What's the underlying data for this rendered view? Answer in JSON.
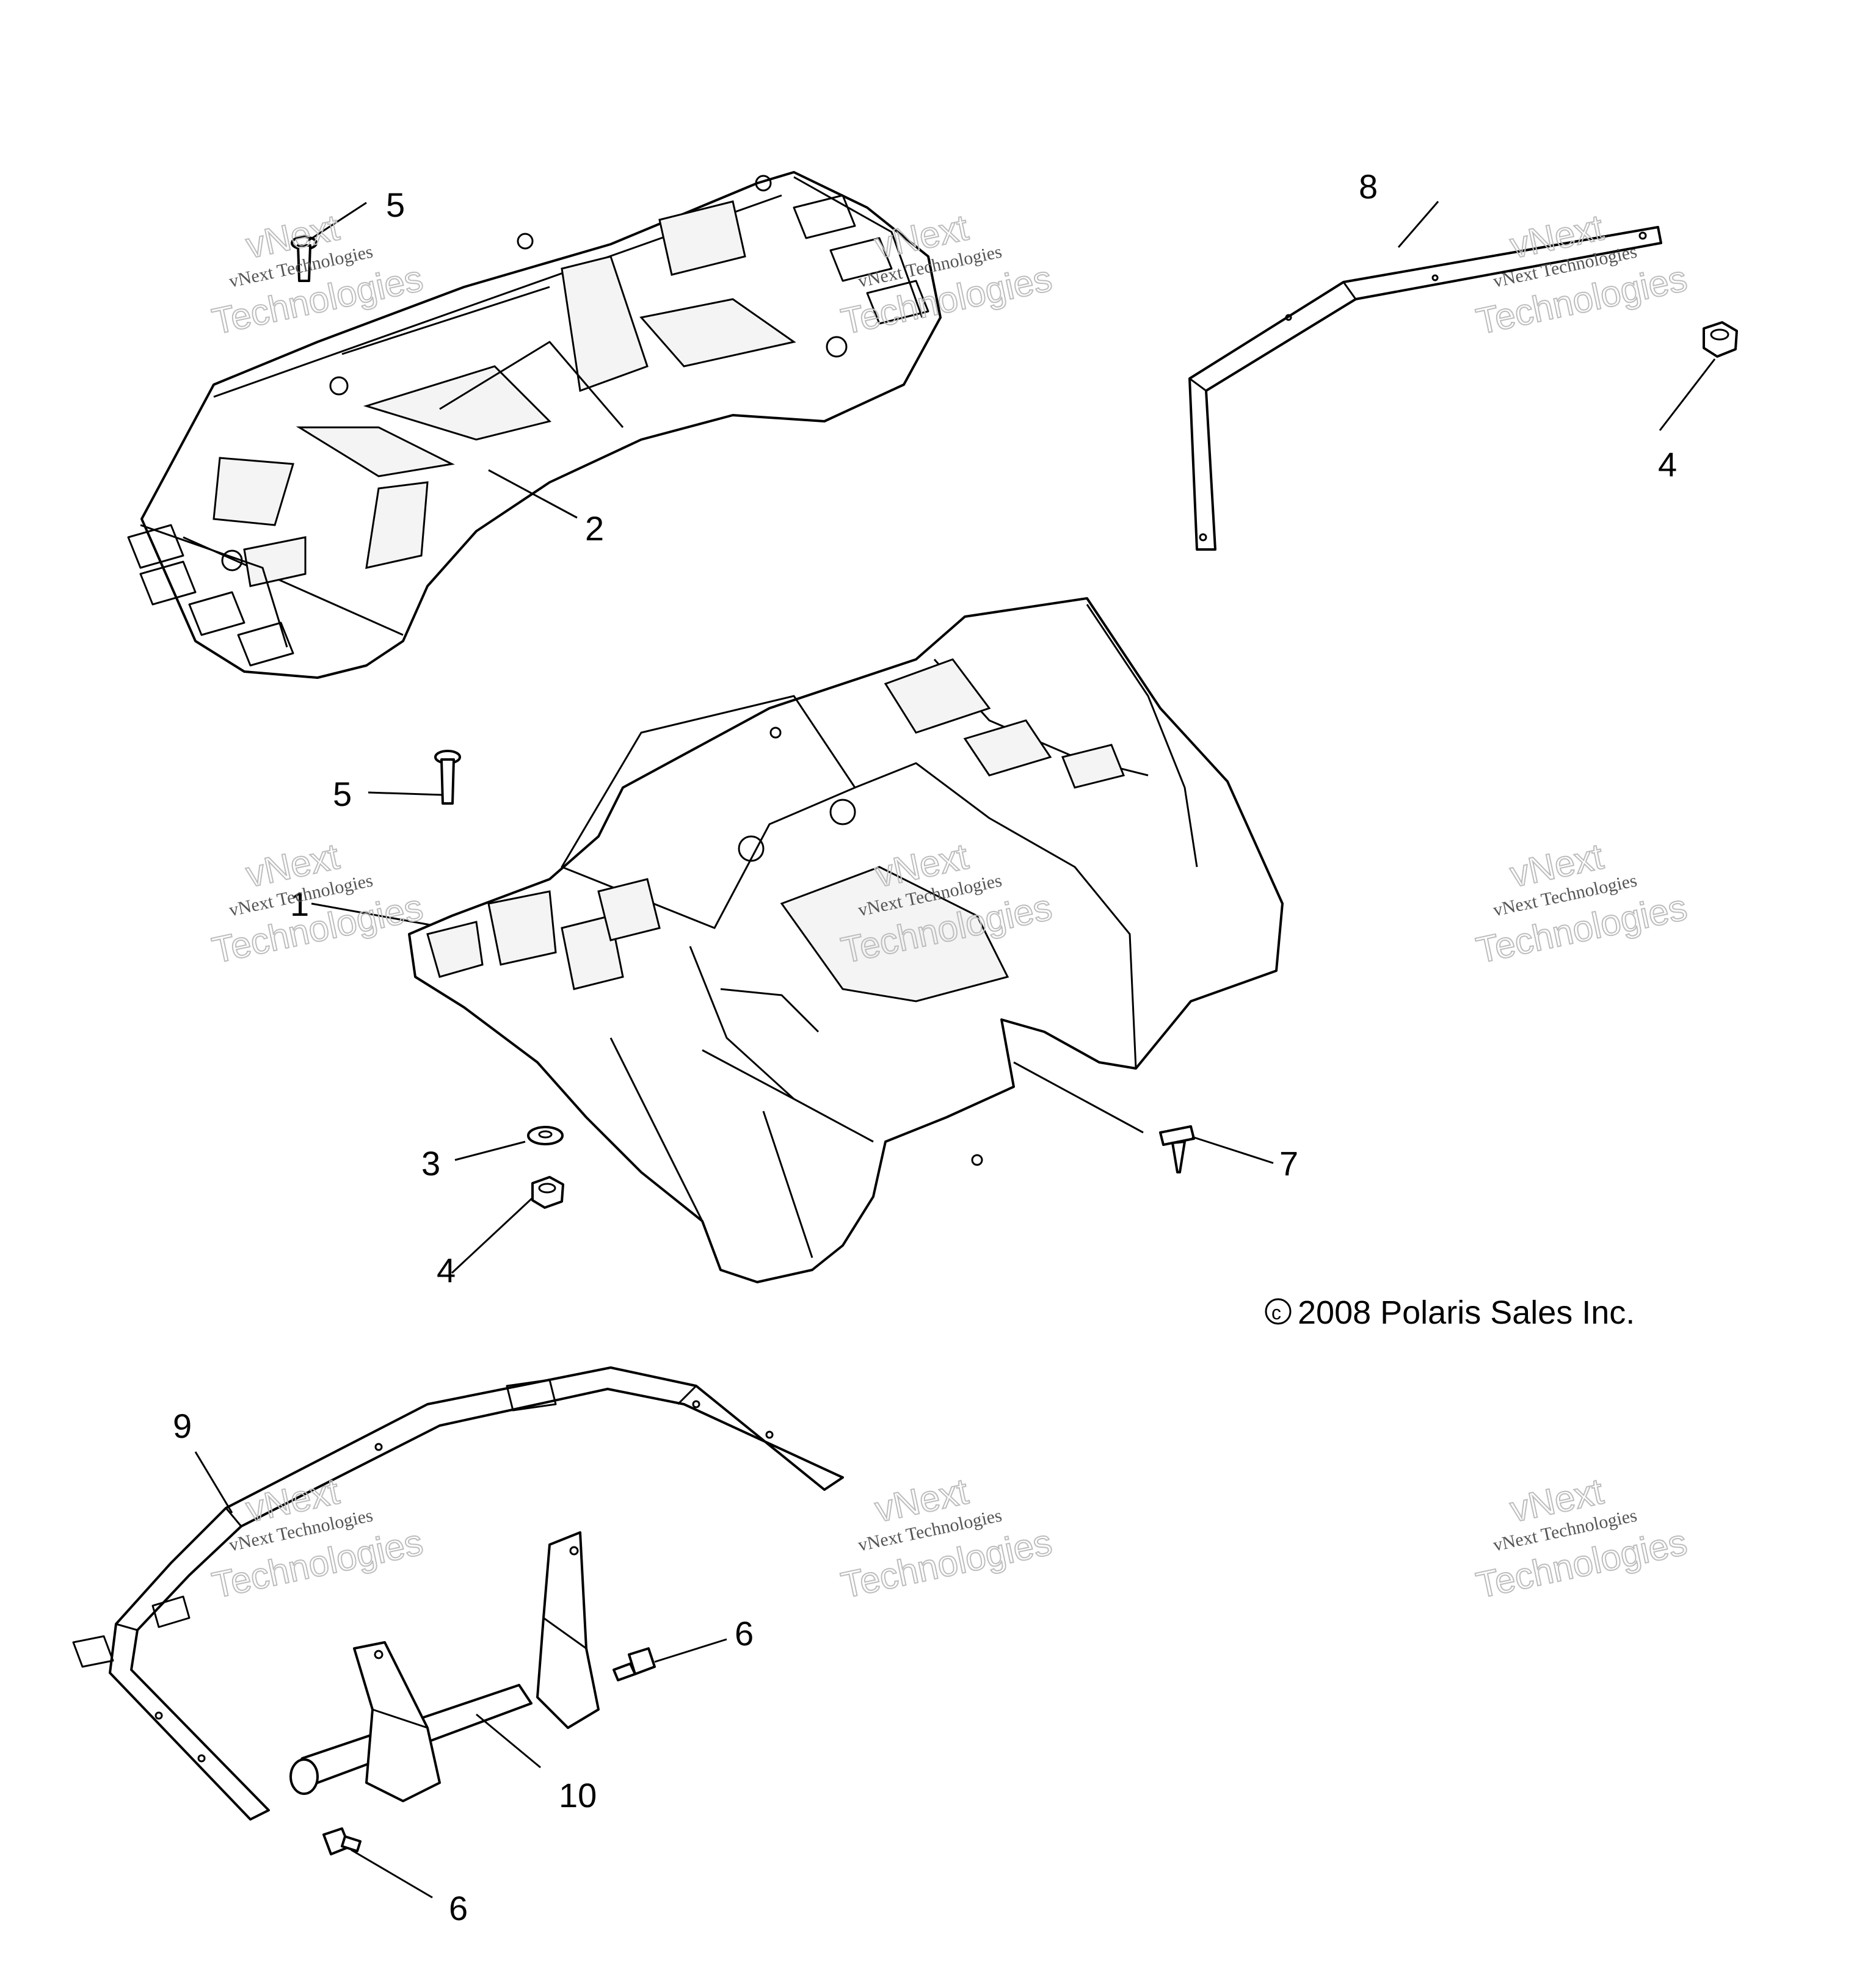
{
  "callouts": {
    "c1": "1",
    "c2": "2",
    "c3": "3",
    "c4a": "4",
    "c4b": "4",
    "c5a": "5",
    "c5b": "5",
    "c6a": "6",
    "c6b": "6",
    "c7": "7",
    "c8": "8",
    "c9": "9",
    "c10": "10"
  },
  "copyright": "2008 Polaris Sales Inc.",
  "watermark": {
    "brand": "vNext",
    "line1": "vNext Technologies",
    "line2": "Technologies"
  }
}
